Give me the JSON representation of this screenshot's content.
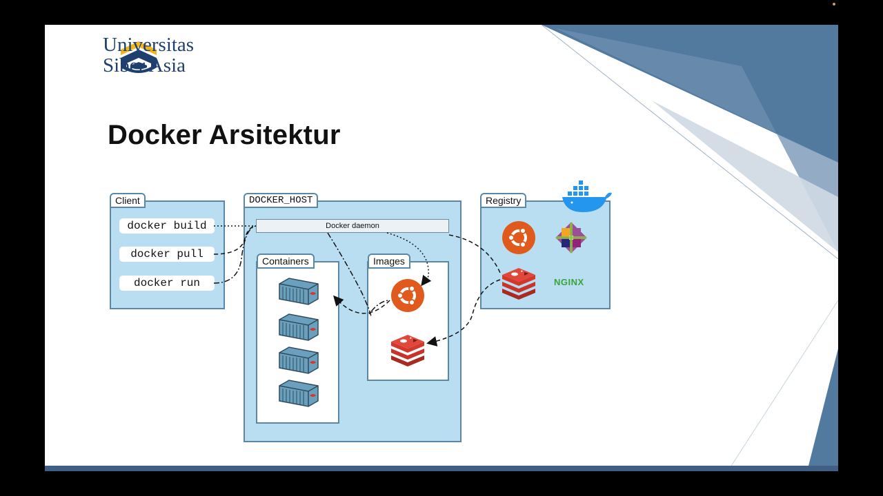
{
  "logo": {
    "line1": "Universitas",
    "line2": "Siber Asia"
  },
  "slide_title": "Docker Arsitektur",
  "diagram": {
    "client": {
      "label": "Client",
      "commands": [
        "docker build",
        "docker pull",
        "docker run"
      ]
    },
    "docker_host": {
      "label": "DOCKER_HOST",
      "daemon": "Docker daemon",
      "containers_label": "Containers",
      "images_label": "Images"
    },
    "registry": {
      "label": "Registry",
      "nginx_text": "NGINX"
    }
  },
  "colors": {
    "brand_navy": "#1f3f6f",
    "panel_blue": "#b9def2",
    "ubuntu_orange": "#e05a1e",
    "redis_red": "#d2382c",
    "nginx_green": "#3aa23a"
  }
}
